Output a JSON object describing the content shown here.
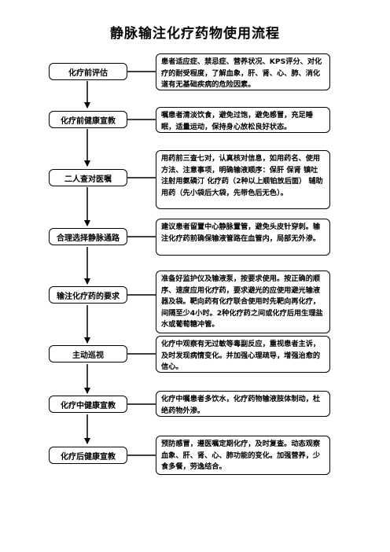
{
  "title": "静脉输注化疗药物使用流程",
  "steps": [
    {
      "label": "化疗前评估",
      "desc": "患者适应症、禁忌症、营养状况、KPS评分、对化疗的耐受程度，了解血象，肝、肾、心、肺、消化道有无基础疾病的危险因素。"
    },
    {
      "label": "化疗前健康宣教",
      "desc": "嘱患者清淡饮食，避免过饱，避免感冒，充足睡眠，适量运动，保持身心放松良好状态。"
    },
    {
      "label": "二人查对医嘱",
      "desc": "用药前三查七对，认真核对信息，如用药名、使用方法、注意事项，明确输液顺序：保肝  保肾  镇吐  注射用氨磷汀  化疗药（2种以上顺铂放后面）  辅助用药（先小袋后大袋，先带色后无色）。"
    },
    {
      "label": "合理选择静脉通路",
      "desc": "建议患者留置中心静脉置管，避免头皮针穿刺。输注化疗药前确保输液管路在血管内，局部无外渗。"
    },
    {
      "label": "输注化疗药的要求",
      "desc": "准备好监护仪及输液泵，按要求使用。按正确的顺序、速度应用化疗药，要求避光的应使用避光输液器及袋。靶向药有化疗联合使用时先靶向再化疗，间隔至少4小时。2种化疗药之间或化疗后用生理盐水或葡萄糖冲管。"
    },
    {
      "label": "主动巡视",
      "desc": "化疗中观察有无过敏等毒副反应，重视患者主诉，及时发现病情变化。并加强心理疏导，增强治愈的信心。"
    },
    {
      "label": "化疗中健康宣教",
      "desc": "化疗中嘱患者多饮水，化疗药物输液肢体制动，杜绝药物外渗。"
    },
    {
      "label": "化疗后健康宣教",
      "desc": "预防感冒，遵医嘱定期化疗，及时复查。动态观察血象、肝、肾、心、肺功能的变化。加强营养，少食多餐，劳逸结合。"
    }
  ]
}
